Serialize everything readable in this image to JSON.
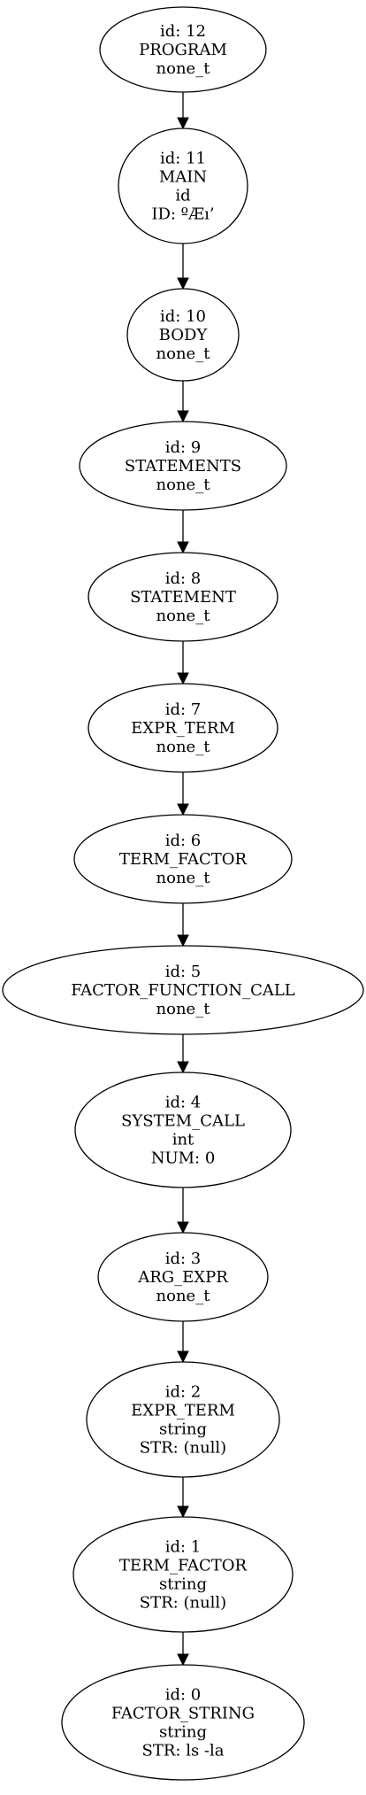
{
  "nodes": [
    {
      "id": "12",
      "lines": [
        "id: 12",
        "PROGRAM",
        "none_t"
      ]
    },
    {
      "id": "11",
      "lines": [
        "id: 11",
        "MAIN",
        "id",
        "ID: ºÆı’"
      ]
    },
    {
      "id": "10",
      "lines": [
        "id: 10",
        "BODY",
        "none_t"
      ]
    },
    {
      "id": "9",
      "lines": [
        "id: 9",
        "STATEMENTS",
        "none_t"
      ]
    },
    {
      "id": "8",
      "lines": [
        "id: 8",
        "STATEMENT",
        "none_t"
      ]
    },
    {
      "id": "7",
      "lines": [
        "id: 7",
        "EXPR_TERM",
        "none_t"
      ]
    },
    {
      "id": "6",
      "lines": [
        "id: 6",
        "TERM_FACTOR",
        "none_t"
      ]
    },
    {
      "id": "5",
      "lines": [
        "id: 5",
        "FACTOR_FUNCTION_CALL",
        "none_t"
      ]
    },
    {
      "id": "4",
      "lines": [
        "id: 4",
        "SYSTEM_CALL",
        "int",
        "NUM: 0"
      ]
    },
    {
      "id": "3",
      "lines": [
        "id: 3",
        "ARG_EXPR",
        "none_t"
      ]
    },
    {
      "id": "2",
      "lines": [
        "id: 2",
        "EXPR_TERM",
        "string",
        "STR: (null)"
      ]
    },
    {
      "id": "1",
      "lines": [
        "id: 1",
        "TERM_FACTOR",
        "string",
        "STR: (null)"
      ]
    },
    {
      "id": "0",
      "lines": [
        "id: 0",
        "FACTOR_STRING",
        "string",
        "STR: ls -la"
      ]
    }
  ],
  "edges": [
    {
      "from": "12",
      "to": "11"
    },
    {
      "from": "11",
      "to": "10"
    },
    {
      "from": "10",
      "to": "9"
    },
    {
      "from": "9",
      "to": "8"
    },
    {
      "from": "8",
      "to": "7"
    },
    {
      "from": "7",
      "to": "6"
    },
    {
      "from": "6",
      "to": "5"
    },
    {
      "from": "5",
      "to": "4"
    },
    {
      "from": "4",
      "to": "3"
    },
    {
      "from": "3",
      "to": "2"
    },
    {
      "from": "2",
      "to": "1"
    },
    {
      "from": "1",
      "to": "0"
    }
  ],
  "colors": {
    "stroke": "#000000",
    "fill": "#ffffff",
    "text": "#000000"
  }
}
